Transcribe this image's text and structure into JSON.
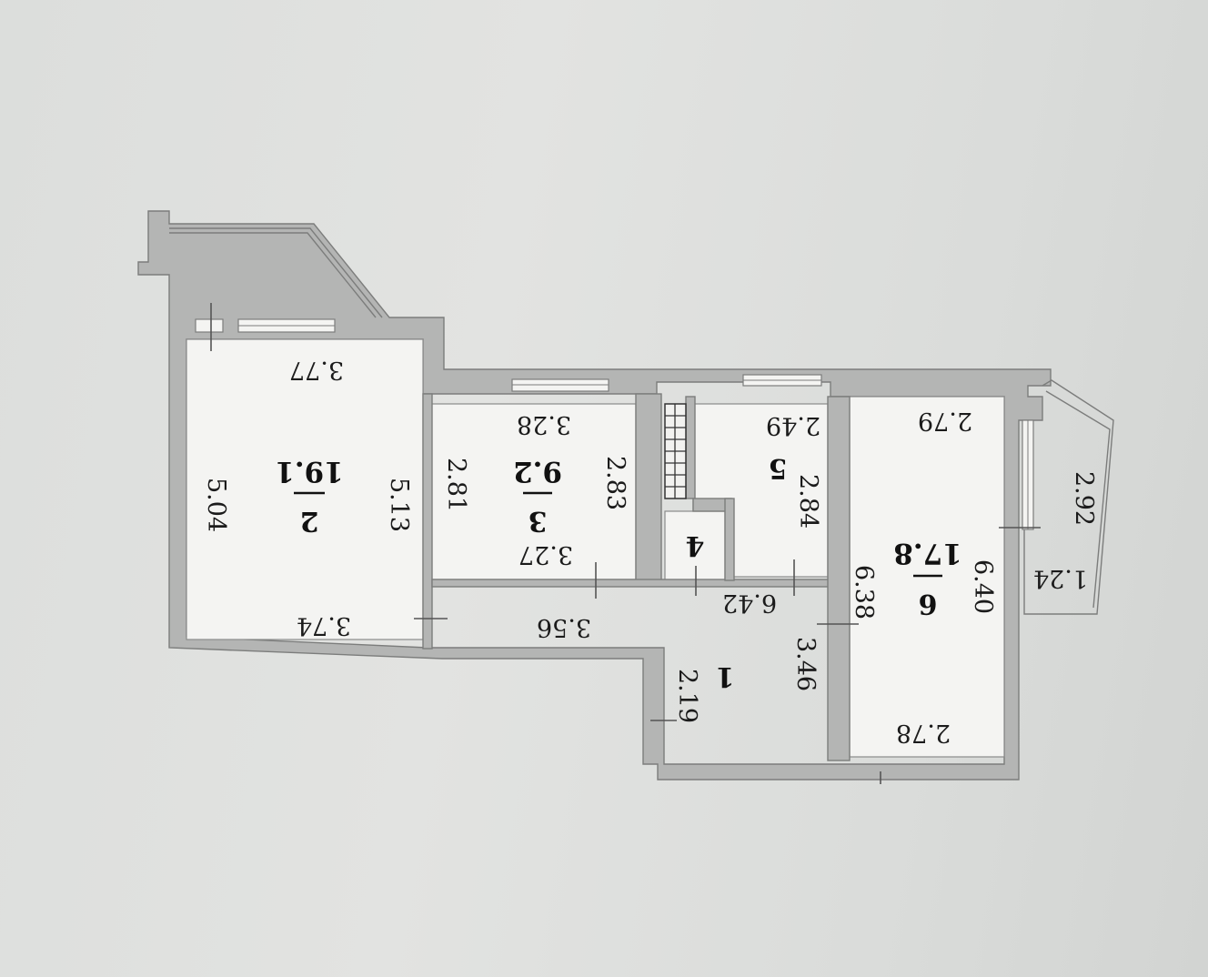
{
  "rooms": [
    {
      "number": "1",
      "area": ""
    },
    {
      "number": "2",
      "area": "19.1"
    },
    {
      "number": "3",
      "area": "9.2"
    },
    {
      "number": "4",
      "area": ""
    },
    {
      "number": "5",
      "area": ""
    },
    {
      "number": "6",
      "area": "17.8"
    }
  ],
  "dimensions": {
    "d377": "3.77",
    "d504": "5.04",
    "d513": "5.13",
    "d374": "3.74",
    "d328": "3.28",
    "d281": "2.81",
    "d283": "2.83",
    "d327": "3.27",
    "d356": "3.56",
    "d249": "2.49",
    "d284": "2.84",
    "d642": "6.42",
    "d279": "2.79",
    "d638": "6.38",
    "d640": "6.40",
    "d278": "2.78",
    "d346": "3.46",
    "d219": "2.19",
    "d292": "2.92",
    "d124": "1.24"
  }
}
